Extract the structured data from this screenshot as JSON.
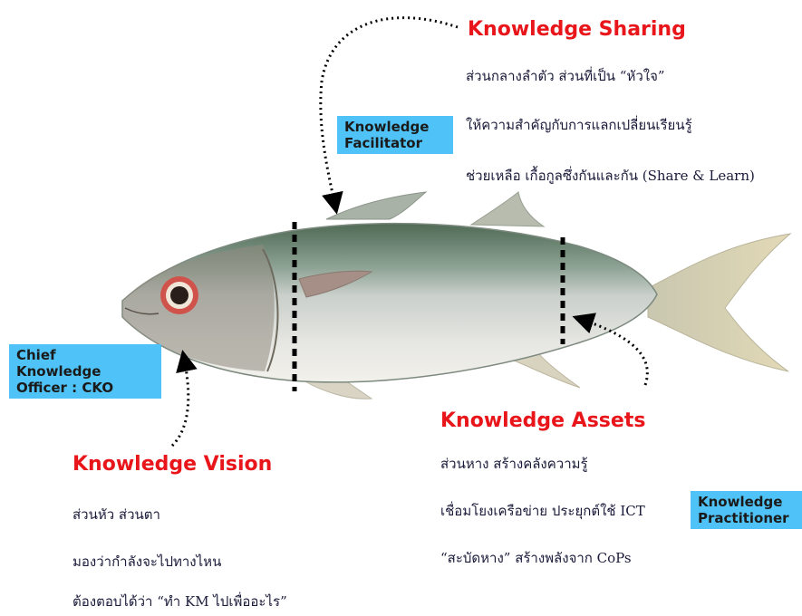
{
  "sharing": {
    "heading": "Knowledge Sharing",
    "lines": [
      "ส่วนกลางลำตัว ส่วนที่เป็น “หัวใจ”",
      "ให้ความสำคัญกับการแลกเปลี่ยนเรียนรู้",
      "ช่วยเหลือ เกื้อกูลซึ่งกันและกัน (Share & Learn)"
    ]
  },
  "facilitator": {
    "line1": "Knowledge",
    "line2": "Facilitator"
  },
  "cko": {
    "line1": "Chief",
    "line2": "Knowledge",
    "line3": "Officer : CKO"
  },
  "vision": {
    "heading": "Knowledge Vision",
    "lines": [
      "ส่วนหัว ส่วนตา",
      "มองว่ากำลังจะไปทางไหน",
      "ต้องตอบได้ว่า “ทำ KM ไปเพื่ออะไร”"
    ]
  },
  "assets": {
    "heading": "Knowledge Assets",
    "lines": [
      "ส่วนหาง สร้างคลังความรู้",
      "เชื่อมโยงเครือข่าย ประยุกต์ใช้ ICT",
      "“สะบัดหาง” สร้างพลังจาก CoPs"
    ]
  },
  "practitioner": {
    "line1": "Knowledge",
    "line2": "Practitioner"
  },
  "colors": {
    "heading": "#e8161b",
    "role_box": "#4fc3f7",
    "body_text": "#1a1a3a"
  }
}
